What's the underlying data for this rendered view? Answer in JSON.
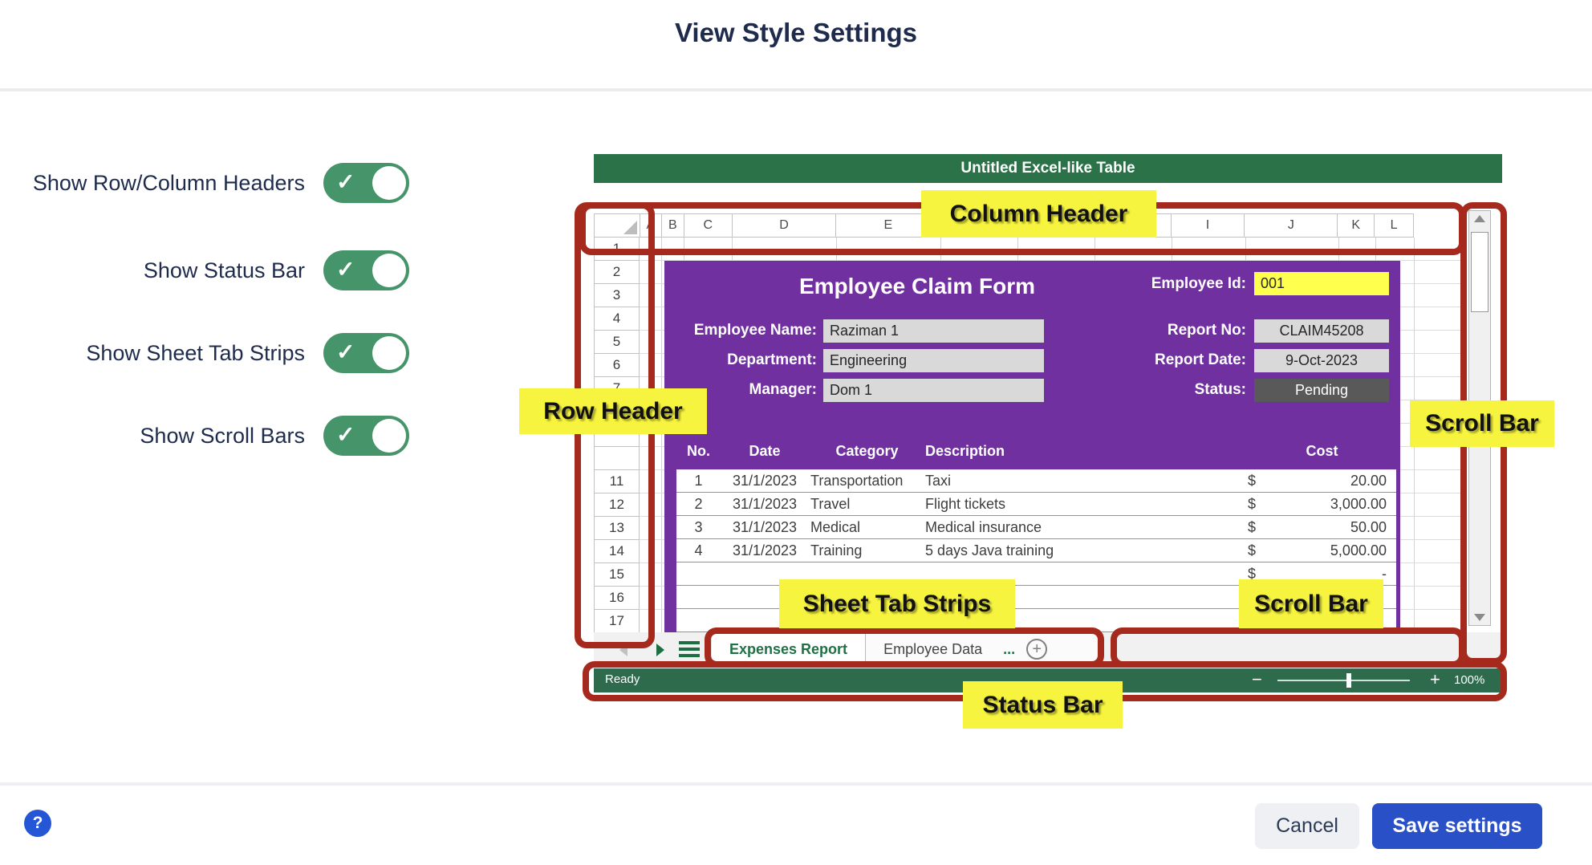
{
  "dialog": {
    "title": "View Style Settings"
  },
  "settings": {
    "toggles": [
      {
        "label": "Show Row/Column Headers",
        "state": "on"
      },
      {
        "label": "Show Status Bar",
        "state": "on"
      },
      {
        "label": "Show Sheet Tab Strips",
        "state": "on"
      },
      {
        "label": "Show Scroll Bars",
        "state": "on"
      }
    ]
  },
  "preview": {
    "title_bar": "Untitled Excel-like Table",
    "column_letters": [
      "A",
      "B",
      "C",
      "D",
      "E",
      "",
      "",
      "",
      "I",
      "J",
      "K",
      "L"
    ],
    "row_numbers": [
      "1",
      "2",
      "3",
      "4",
      "5",
      "6",
      "7",
      "",
      "",
      "",
      "11",
      "12",
      "13",
      "14",
      "15",
      "16",
      "17"
    ],
    "form": {
      "title": "Employee Claim Form",
      "employee_id": {
        "label": "Employee Id:",
        "value": "001"
      },
      "fields_left": [
        {
          "label": "Employee Name:",
          "value": "Raziman 1"
        },
        {
          "label": "Department:",
          "value": "Engineering"
        },
        {
          "label": "Manager:",
          "value": "Dom 1"
        }
      ],
      "fields_right": [
        {
          "label": "Report No:",
          "value": "CLAIM45208"
        },
        {
          "label": "Report Date:",
          "value": "9-Oct-2023"
        },
        {
          "label": "Status:",
          "value": "Pending"
        }
      ],
      "claim_table": {
        "headers": {
          "no": "No.",
          "date": "Date",
          "category": "Category",
          "description": "Description",
          "cost": "Cost"
        },
        "rows": [
          {
            "no": "1",
            "date": "31/1/2023",
            "category": "Transportation",
            "description": "Taxi",
            "currency": "$",
            "amount": "20.00"
          },
          {
            "no": "2",
            "date": "31/1/2023",
            "category": "Travel",
            "description": "Flight tickets",
            "currency": "$",
            "amount": "3,000.00"
          },
          {
            "no": "3",
            "date": "31/1/2023",
            "category": "Medical",
            "description": "Medical insurance",
            "currency": "$",
            "amount": "50.00"
          },
          {
            "no": "4",
            "date": "31/1/2023",
            "category": "Training",
            "description": "5 days Java training",
            "currency": "$",
            "amount": "5,000.00"
          },
          {
            "no": "",
            "date": "",
            "category": "",
            "description": "",
            "currency": "$",
            "amount": "-"
          },
          {
            "no": "",
            "date": "",
            "category": "",
            "description": "",
            "currency": "",
            "amount": ""
          },
          {
            "no": "",
            "date": "",
            "category": "",
            "description": "",
            "currency": "",
            "amount": ""
          }
        ]
      }
    },
    "sheet_tabs": {
      "active_tab": "Expenses Report",
      "inactive_tab": "Employee Data",
      "overflow": "...",
      "add": "+"
    },
    "status_bar": {
      "ready": "Ready",
      "zoom_out": "−",
      "zoom_in": "+",
      "zoom_level": "100%"
    }
  },
  "annotations": {
    "column_header": "Column Header",
    "row_header": "Row Header",
    "scroll_bar_vertical": "Scroll Bar",
    "sheet_tab_strips": "Sheet Tab Strips",
    "scroll_bar_horizontal": "Scroll Bar",
    "status_bar": "Status Bar"
  },
  "footer": {
    "help": "?",
    "cancel": "Cancel",
    "save": "Save settings"
  },
  "colors": {
    "toggle_green": "#46946a",
    "excel_green": "#2b7249",
    "statusbar_green": "#2e6b4c",
    "form_purple": "#7030a0",
    "annotation_red": "#a52a1d",
    "annotation_yellow": "#f7f43f",
    "highlight_yellow": "#ffff4e",
    "field_gray": "#d9d9d9",
    "status_dark_gray": "#595959",
    "save_blue": "#2a50c8",
    "help_blue": "#2456d6",
    "title_navy": "#1e2b4c"
  }
}
